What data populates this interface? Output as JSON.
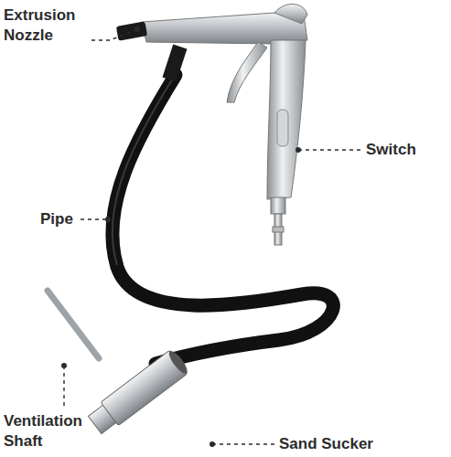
{
  "diagram": {
    "labels": [
      "Extrusion Nozzle",
      "Switch",
      "Pipe",
      "Ventilation Shaft",
      "Sand Sucker"
    ]
  }
}
